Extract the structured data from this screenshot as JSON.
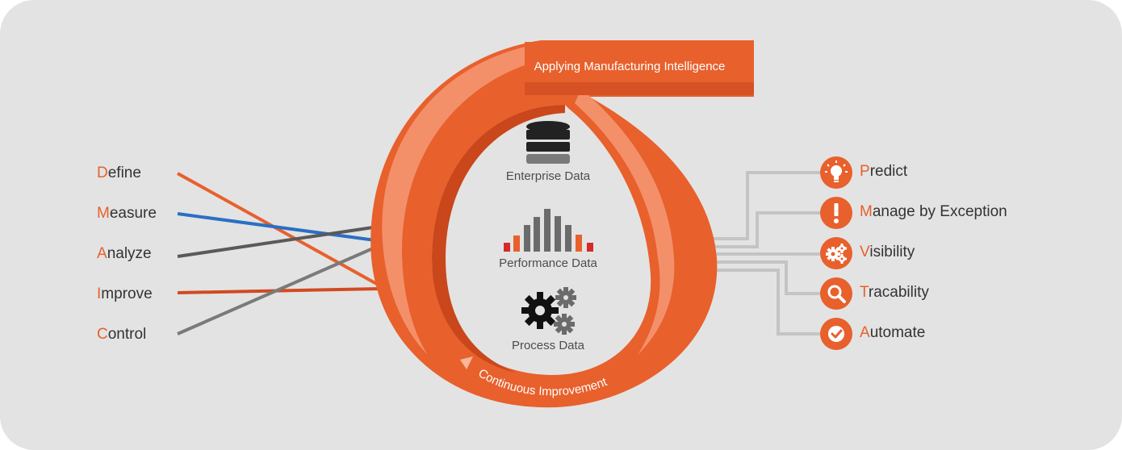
{
  "left_steps": [
    {
      "first": "D",
      "rest": "efine",
      "line_color": "#e8602c"
    },
    {
      "first": "M",
      "rest": "easure",
      "line_color": "#2a6fc4"
    },
    {
      "first": "A",
      "rest": "nalyze",
      "line_color": "#5a5a5a"
    },
    {
      "first": "I",
      "rest": "mprove",
      "line_color": "#d24a22"
    },
    {
      "first": "C",
      "rest": "ontrol",
      "line_color": "#7a7a7a"
    }
  ],
  "right_steps": [
    {
      "first": "P",
      "rest": "redict",
      "icon": "lightbulb-icon"
    },
    {
      "first": "M",
      "rest": "anage by Exception",
      "icon": "exclamation-icon"
    },
    {
      "first": "V",
      "rest": "isibility",
      "icon": "gears-icon"
    },
    {
      "first": "T",
      "rest": "racability",
      "icon": "magnifier-icon"
    },
    {
      "first": "A",
      "rest": "utomate",
      "icon": "checkmark-icon"
    }
  ],
  "banner": "Applying Manufacturing Intelligence",
  "loop_label": "Continuous Improvement",
  "center": {
    "enterprise": "Enterprise Data",
    "performance": "Performance Data",
    "process": "Process Data"
  },
  "colors": {
    "accent": "#e8602c",
    "accent_dark": "#c9471b",
    "accent_light": "#f3906a",
    "background": "#e3e3e3",
    "text": "#333333",
    "connector_gray": "#c4c4c4"
  }
}
